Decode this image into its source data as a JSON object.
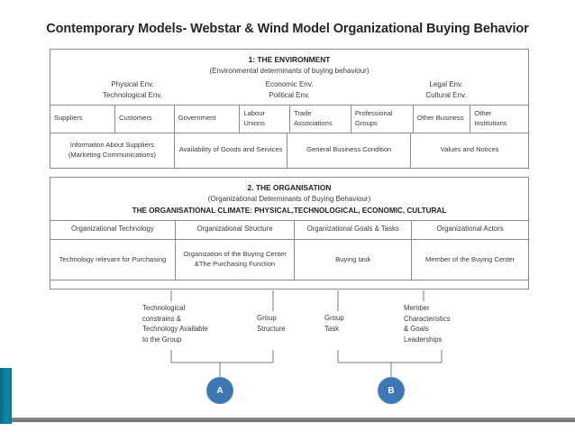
{
  "slide": {
    "title": "Contemporary Models- Webstar & Wind Model Organizational Buying Behavior",
    "accent_color": "#0d7490",
    "node_color": "#3d78b5",
    "border_color": "#8a8a8a"
  },
  "environment_box": {
    "heading": "1: THE ENVIRONMENT",
    "subheading": "(Environmental determinants of buying behaviour)",
    "env_columns": [
      {
        "line1": "Physical Env.",
        "line2": "Technological Env."
      },
      {
        "line1": "Economic Env.",
        "line2": "Political Env."
      },
      {
        "line1": "Legal Env.",
        "line2": "Cultural Env."
      }
    ],
    "entities": [
      "Suppliers",
      "Customers",
      "Government",
      "Labour\nUnions",
      "Trade\nAssociations",
      "Professional\nGroups",
      "Other\nBusiness",
      "Other\nInstitutions"
    ],
    "flows": [
      "Information About Suppliers\n(Marketing\nCommunications)",
      "Availability of\nGoods and Services",
      "General\nBusiness\nCondition",
      "Values\nand Notices"
    ]
  },
  "organisation_box": {
    "heading": "2. THE ORGANISATION",
    "subheading": "(Organizational Determinants of Buying Behaviour)",
    "climate_line": "THE ORGANISATIONAL CLIMATE: PHYSICAL,TECHNOLOGICAL,  ECONOMIC,  CULTURAL",
    "headings": [
      "Organizational Technology",
      "Organizational Structure",
      "Organizational Goals & Tasks",
      "Organizational Actors"
    ],
    "details": [
      "Technology relevant for\nPurchasing",
      "Organization of the Buying\nCenter &The Purchasing\nFunction",
      "Buying task",
      "Member of the Buying Center"
    ]
  },
  "annotations": [
    {
      "id": "technological",
      "text": "Technological\nconstrains &\nTechnology Available\nto the Group"
    },
    {
      "id": "group-structure",
      "text": "Group\nStructure"
    },
    {
      "id": "group-task",
      "text": "Group\nTask"
    },
    {
      "id": "member",
      "text": "Member\nCharacteristics\n& Goals\nLeaderships"
    }
  ],
  "nodes": [
    {
      "id": "a",
      "label": "A"
    },
    {
      "id": "b",
      "label": "B"
    }
  ]
}
